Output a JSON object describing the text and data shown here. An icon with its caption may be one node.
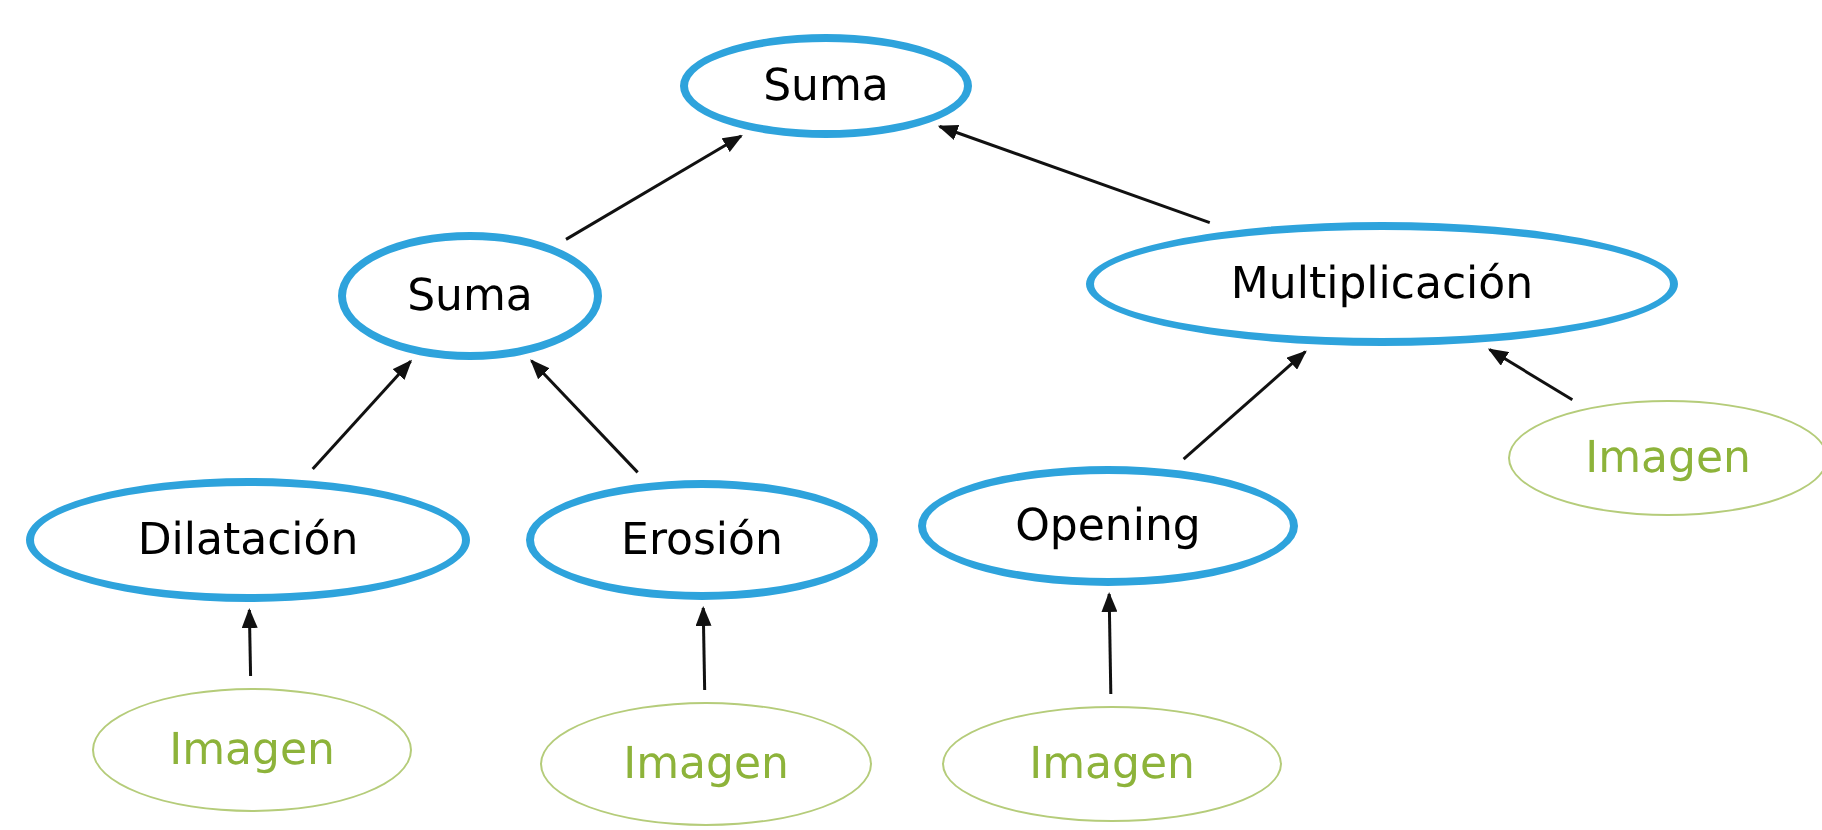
{
  "diagram": {
    "nodes": [
      {
        "text": [
          "Suma"
        ]
      },
      {
        "text": [
          "Suma"
        ]
      },
      {
        "text": [
          "Multiplicación"
        ]
      },
      {
        "text": [
          "Dilatación"
        ]
      },
      {
        "text": [
          "Erosión"
        ]
      },
      {
        "text": [
          "Opening"
        ]
      },
      {
        "text": [
          "Imagen"
        ]
      },
      {
        "text": [
          "Imagen"
        ]
      },
      {
        "text": [
          "Imagen"
        ]
      },
      {
        "text": [
          "Imagen"
        ]
      }
    ],
    "edges": [
      {
        "from": 1,
        "to": 0,
        "arrow": "to"
      },
      {
        "from": 2,
        "to": 0,
        "arrow": "to"
      },
      {
        "from": 3,
        "to": 1,
        "arrow": "to"
      },
      {
        "from": 4,
        "to": 1,
        "arrow": "to"
      },
      {
        "from": 5,
        "to": 2,
        "arrow": "to"
      },
      {
        "from": 6,
        "to": 2,
        "arrow": "to"
      },
      {
        "from": 7,
        "to": 3,
        "arrow": "to"
      },
      {
        "from": 8,
        "to": 4,
        "arrow": "to"
      },
      {
        "from": 9,
        "to": 5,
        "arrow": "to"
      }
    ]
  }
}
